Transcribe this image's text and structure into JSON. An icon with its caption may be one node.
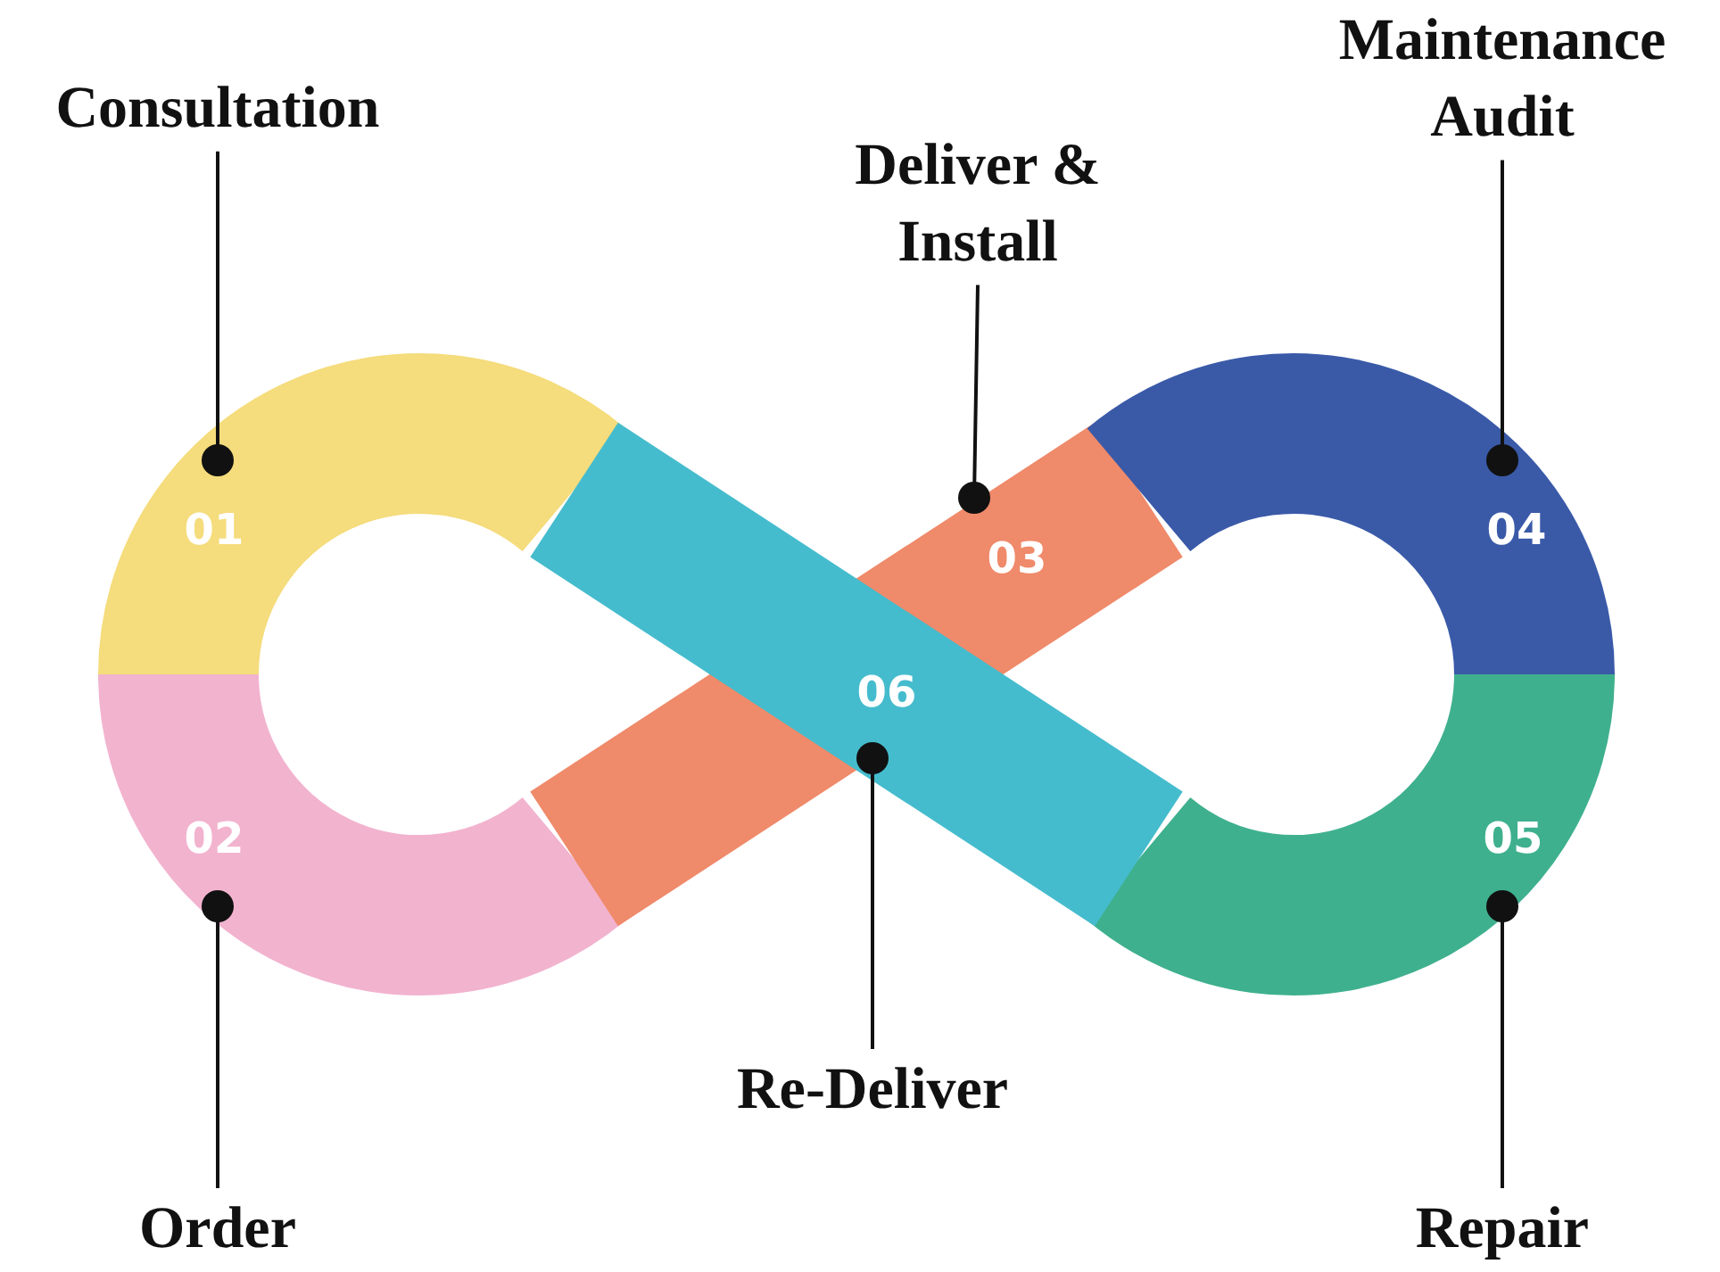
{
  "diagram": {
    "nodes": [
      {
        "text": [
          "Consultation"
        ]
      },
      {
        "text": [
          "01"
        ]
      },
      {
        "text": [
          "Order"
        ]
      },
      {
        "text": [
          "02"
        ]
      },
      {
        "text": [
          "Deliver & Install"
        ]
      },
      {
        "text": [
          "03"
        ]
      },
      {
        "text": [
          "Maintenance Audit"
        ]
      },
      {
        "text": [
          "04"
        ]
      },
      {
        "text": [
          "Re-Deliver"
        ]
      },
      {
        "text": [
          "06"
        ]
      },
      {
        "text": [
          "Repair"
        ]
      },
      {
        "text": [
          "05"
        ]
      }
    ],
    "edges": [
      {
        "from": 0,
        "to": 1,
        "arrow": "other"
      },
      {
        "from": 2,
        "to": 3,
        "arrow": "other"
      },
      {
        "from": 4,
        "to": 5,
        "arrow": "other"
      },
      {
        "from": 6,
        "to": 7,
        "arrow": "other"
      },
      {
        "from": 8,
        "to": 9,
        "arrow": "other"
      },
      {
        "from": 10,
        "to": 11,
        "arrow": "other"
      }
    ]
  }
}
